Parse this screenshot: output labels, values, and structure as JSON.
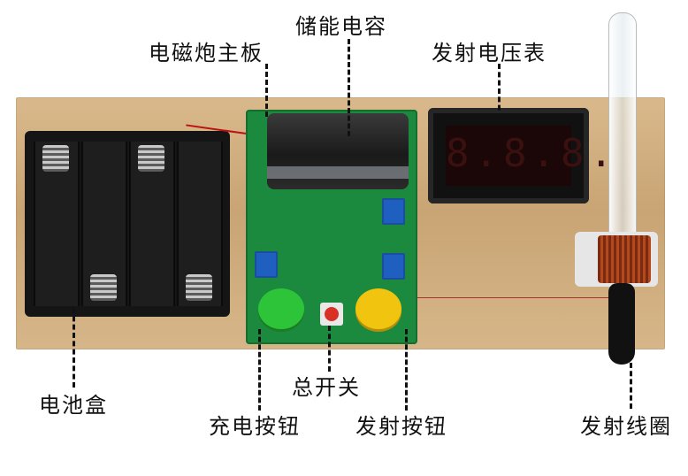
{
  "labels": {
    "main_board": "电磁炮主板",
    "capacitor": "储能电容",
    "voltmeter": "发射电压表",
    "battery_box": "电池盒",
    "power_switch": "总开关",
    "charge_button": "充电按钮",
    "fire_button": "发射按钮",
    "coil": "发射线圈"
  },
  "voltmeter": {
    "reading": "8.8.8."
  },
  "colors": {
    "board_wood": "#c9a474",
    "pcb_green": "#1c8a3e",
    "charge_button": "#2ec43a",
    "fire_button": "#f1c40f",
    "switch_red": "#d93025",
    "terminal_blue": "#1f5fbf"
  }
}
